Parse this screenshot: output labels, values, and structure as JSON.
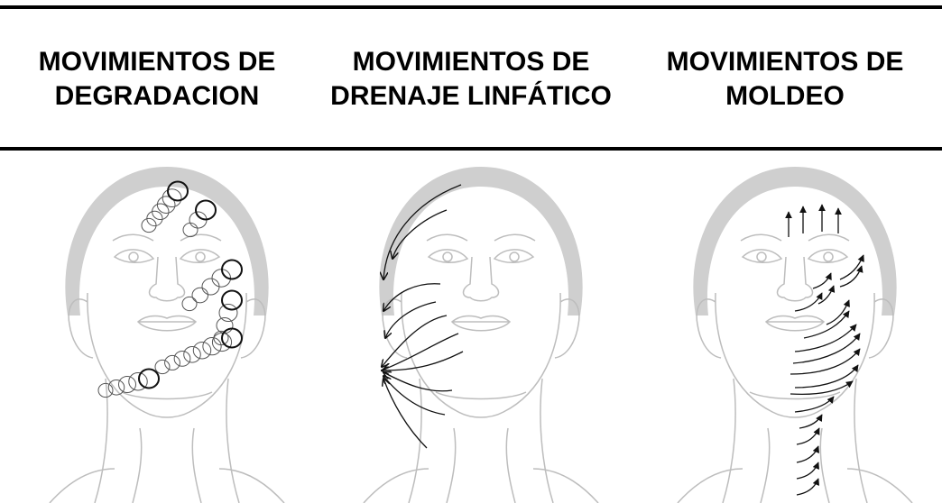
{
  "columns": [
    {
      "line1": "MOVIMIENTOS DE",
      "line2": "DEGRADACION"
    },
    {
      "line1": "MOVIMIENTOS DE",
      "line2": "DRENAJE LINFÁTICO"
    },
    {
      "line1": "MOVIMIENTOS DE",
      "line2": "MOLDEO"
    }
  ],
  "colors": {
    "face_band": "#cfcfcf",
    "face_line": "#bdbdbd",
    "arrows": "#111111"
  }
}
